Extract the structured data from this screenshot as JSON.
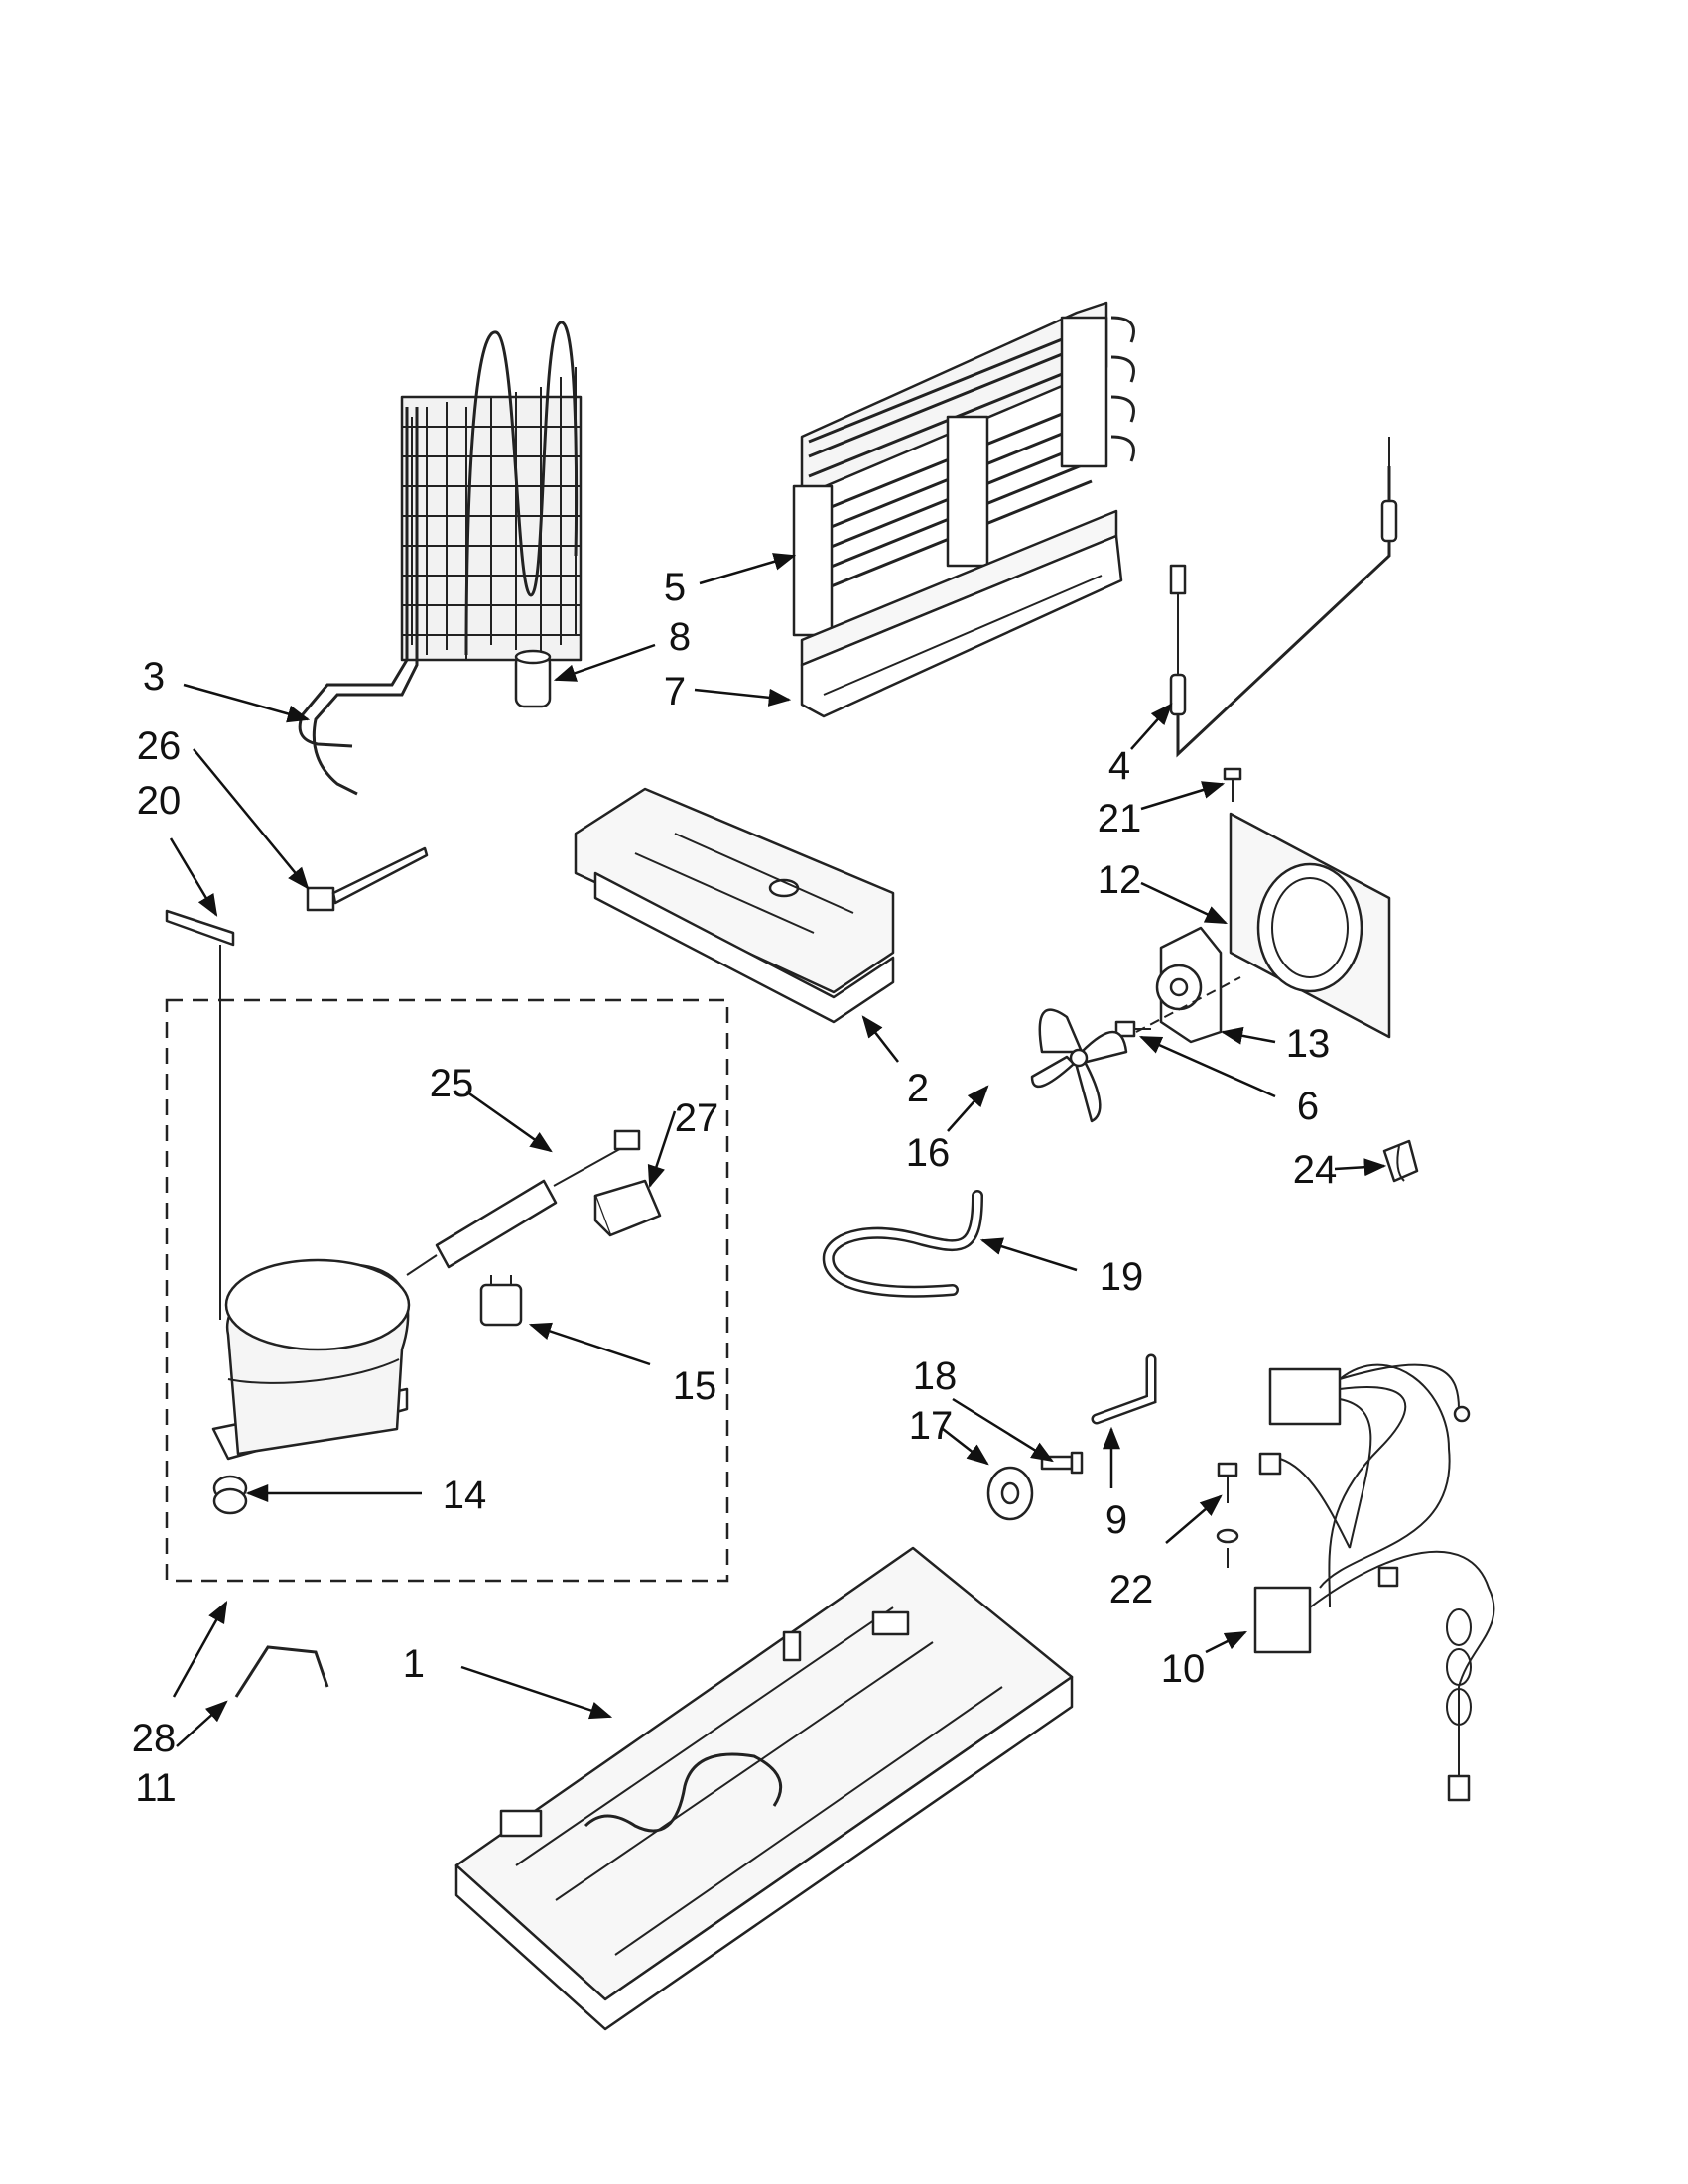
{
  "callouts": [
    {
      "id": "c1",
      "text": "1"
    },
    {
      "id": "c2",
      "text": "2"
    },
    {
      "id": "c3",
      "text": "3"
    },
    {
      "id": "c4",
      "text": "4"
    },
    {
      "id": "c5",
      "text": "5"
    },
    {
      "id": "c6",
      "text": "6"
    },
    {
      "id": "c7",
      "text": "7"
    },
    {
      "id": "c8",
      "text": "8"
    },
    {
      "id": "c9",
      "text": "9"
    },
    {
      "id": "c10",
      "text": "10"
    },
    {
      "id": "c11",
      "text": "11"
    },
    {
      "id": "c12",
      "text": "12"
    },
    {
      "id": "c13",
      "text": "13"
    },
    {
      "id": "c14",
      "text": "14"
    },
    {
      "id": "c15",
      "text": "15"
    },
    {
      "id": "c16",
      "text": "16"
    },
    {
      "id": "c17",
      "text": "17"
    },
    {
      "id": "c18",
      "text": "18"
    },
    {
      "id": "c19",
      "text": "19"
    },
    {
      "id": "c20",
      "text": "20"
    },
    {
      "id": "c21",
      "text": "21"
    },
    {
      "id": "c22",
      "text": "22"
    },
    {
      "id": "c24",
      "text": "24"
    },
    {
      "id": "c25",
      "text": "25"
    },
    {
      "id": "c26",
      "text": "26"
    },
    {
      "id": "c27",
      "text": "27"
    },
    {
      "id": "c28",
      "text": "28"
    }
  ]
}
